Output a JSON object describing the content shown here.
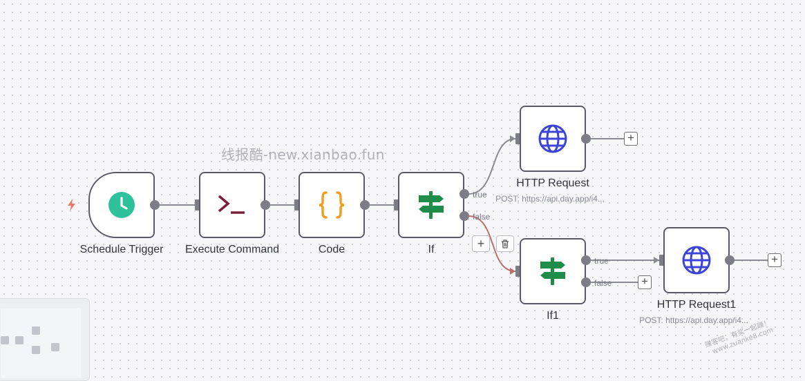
{
  "watermark": "线报酷-new.xianbao.fun",
  "corner_watermark": {
    "line1": "赚客吧，有奖一起赚！",
    "line2": "www.zuanke8.com"
  },
  "nodes": {
    "schedule_trigger": {
      "label": "Schedule Trigger",
      "icon": "clock-icon",
      "color": "#2fc19a"
    },
    "execute_command": {
      "label": "Execute Command",
      "icon": "terminal-icon",
      "color": "#7a1f3b"
    },
    "code": {
      "label": "Code",
      "icon": "code-braces-icon",
      "color": "#f39c1f"
    },
    "if": {
      "label": "If",
      "icon": "signpost-icon",
      "color": "#1f8c4a"
    },
    "http_request": {
      "label": "HTTP Request",
      "subtitle": "POST: https://api.day.app/i4...",
      "icon": "globe-icon",
      "color": "#3b44d6"
    },
    "if1": {
      "label": "If1",
      "icon": "signpost-icon",
      "color": "#1f8c4a"
    },
    "http_request1": {
      "label": "HTTP Request1",
      "subtitle": "POST: https://api.day.app/i4...",
      "icon": "globe-icon",
      "color": "#3b44d6"
    }
  },
  "branches": {
    "if_true": "true",
    "if_false": "false",
    "if1_true": "true",
    "if1_false": "false"
  },
  "buttons": {
    "add": "+",
    "delete_icon": "trash-icon"
  },
  "colors": {
    "edge": "#8a8b92",
    "edge_active": "#b8726a",
    "trigger_bolt": "#f0776a"
  }
}
